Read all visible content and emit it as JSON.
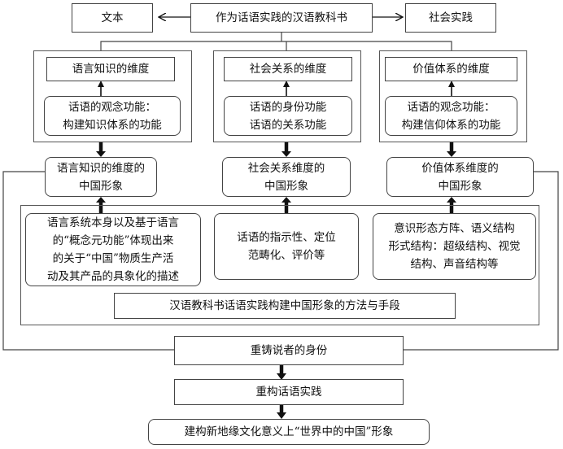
{
  "top": {
    "center": "作为话语实践的汉语教科书",
    "left": "文本",
    "right": "社会实践"
  },
  "columns": [
    {
      "dimension": "语言知识的维度",
      "function_lines": [
        "话语的观念功能：",
        "构建知识体系的功能"
      ],
      "image_lines": [
        "语言知识的维度的",
        "中国形象"
      ],
      "method_lines": [
        "语言系统本身以及基于语言",
        "的“概念元功能”体现出来",
        "的关于“中国”物质生产活",
        "动及其产品的具象化的描述"
      ]
    },
    {
      "dimension": "社会关系的维度",
      "function_lines": [
        "话语的身份功能",
        "话语的关系功能"
      ],
      "image_lines": [
        "社会关系维度的",
        "中国形象"
      ],
      "method_lines": [
        "话语的指示性、定位",
        "范畴化、评价等"
      ]
    },
    {
      "dimension": "价值体系的维度",
      "function_lines": [
        "话语的观念功能：",
        "构建信仰体系的功能"
      ],
      "image_lines": [
        "价值体系维度的",
        "中国形象"
      ],
      "method_lines": [
        "意识形态方阵、语义结构",
        "形式结构：超级结构、视觉",
        "结构、声音结构等"
      ]
    }
  ],
  "methods_label": "汉语教科书话语实践构建中国形象的方法与手段",
  "bottom": {
    "identity": "重铸说者的身份",
    "practice": "重构话语实践",
    "goal": "建构新地缘文化意义上“世界中的中国”形象"
  }
}
